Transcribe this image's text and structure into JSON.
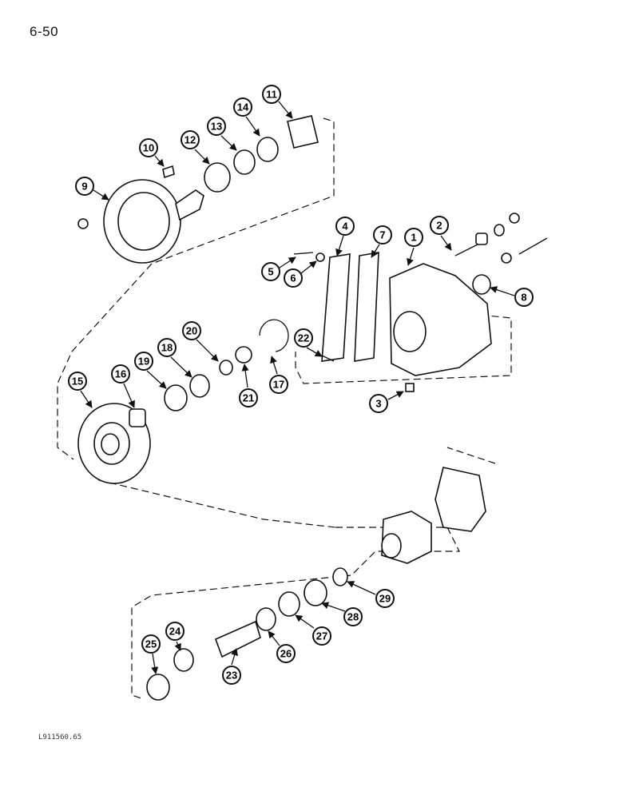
{
  "page_number": "6-50",
  "figure_code": "L911560.65",
  "callouts": [
    "1",
    "2",
    "3",
    "4",
    "5",
    "6",
    "7",
    "8",
    "9",
    "10",
    "11",
    "12",
    "13",
    "14",
    "15",
    "16",
    "17",
    "18",
    "19",
    "20",
    "21",
    "22",
    "23",
    "24",
    "25",
    "26",
    "27",
    "28",
    "29"
  ]
}
